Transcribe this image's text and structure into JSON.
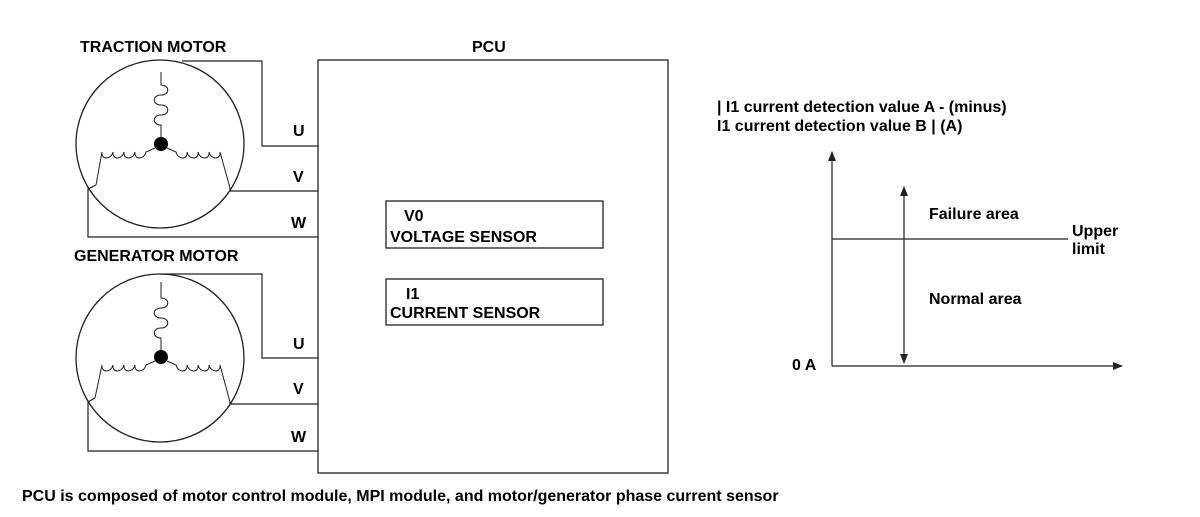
{
  "traction_motor": {
    "title": "TRACTION MOTOR",
    "phases": [
      "U",
      "V",
      "W"
    ]
  },
  "generator_motor": {
    "title": "GENERATOR MOTOR",
    "phases": [
      "U",
      "V",
      "W"
    ]
  },
  "pcu": {
    "title": "PCU",
    "voltage_sensor": {
      "line1": "V0",
      "line2": "VOLTAGE SENSOR"
    },
    "current_sensor": {
      "line1": "I1",
      "line2": "CURRENT SENSOR"
    }
  },
  "graph": {
    "y_label_line1": "| I1 current detection value A - (minus)",
    "y_label_line2": "I1 current detection value B | (A)",
    "zero_label": "0 A",
    "failure_area": "Failure area",
    "normal_area": "Normal area",
    "threshold_line1": "Upper",
    "threshold_line2": "limit"
  },
  "caption": "PCU is composed of motor control module, MPI module, and motor/generator phase current sensor",
  "colors": {
    "line": "#222222",
    "text": "#000000",
    "background": "#ffffff"
  }
}
